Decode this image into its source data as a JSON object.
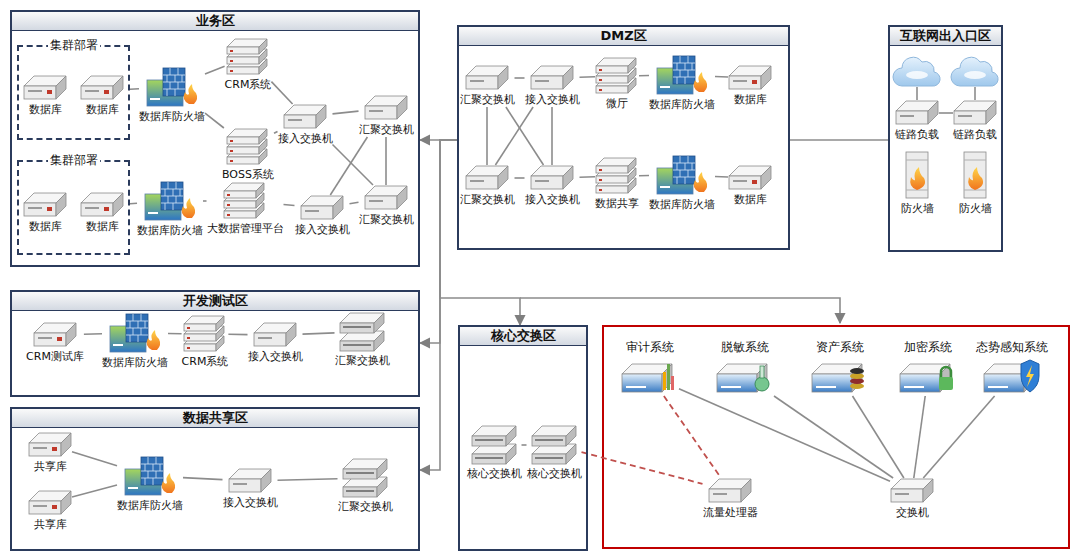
{
  "diagram": {
    "nodes": [
      {
        "text": [
          "业务区"
        ]
      },
      {
        "text": [
          "集群部署"
        ],
        "in": 0
      },
      {
        "text": [
          "数据库"
        ],
        "in": 1
      },
      {
        "text": [
          "数据库"
        ],
        "in": 1
      },
      {
        "text": [
          "数据库防火墙"
        ],
        "in": 0
      },
      {
        "text": [
          "CRM系统"
        ],
        "in": 0
      },
      {
        "text": [
          "BOSS系统"
        ],
        "in": 0
      },
      {
        "text": [
          "接入交换机"
        ],
        "in": 0
      },
      {
        "text": [
          "汇聚交换机"
        ],
        "in": 0
      },
      {
        "text": [
          "汇聚交换机"
        ],
        "in": 0
      },
      {
        "text": [
          "集群部署"
        ],
        "in": 0
      },
      {
        "text": [
          "数据库"
        ],
        "in": 10
      },
      {
        "text": [
          "数据库"
        ],
        "in": 10
      },
      {
        "text": [
          "数据库防火墙"
        ],
        "in": 0
      },
      {
        "text": [
          "大数据管理平台"
        ],
        "in": 0
      },
      {
        "text": [
          "接入交换机"
        ],
        "in": 0
      },
      {
        "text": [
          "DMZ区"
        ]
      },
      {
        "text": [
          "汇聚交换机"
        ],
        "in": 16
      },
      {
        "text": [
          "接入交换机"
        ],
        "in": 16
      },
      {
        "text": [
          "微厅"
        ],
        "in": 16
      },
      {
        "text": [
          "数据库防火墙"
        ],
        "in": 16
      },
      {
        "text": [
          "数据库"
        ],
        "in": 16
      },
      {
        "text": [
          "汇聚交换机"
        ],
        "in": 16
      },
      {
        "text": [
          "接入交换机"
        ],
        "in": 16
      },
      {
        "text": [
          "数据共享"
        ],
        "in": 16
      },
      {
        "text": [
          "数据库防火墙"
        ],
        "in": 16
      },
      {
        "text": [
          "数据库"
        ],
        "in": 16
      },
      {
        "text": [
          "互联网出入口区"
        ]
      },
      {
        "text": [
          "链路负载"
        ],
        "in": 27
      },
      {
        "text": [
          "链路负载"
        ],
        "in": 27
      },
      {
        "text": [
          "防火墙"
        ],
        "in": 27
      },
      {
        "text": [
          "防火墙"
        ],
        "in": 27
      },
      {
        "text": [
          "开发测试区"
        ]
      },
      {
        "text": [
          "CRM测试库"
        ],
        "in": 32
      },
      {
        "text": [
          "数据库防火墙"
        ],
        "in": 32
      },
      {
        "text": [
          "CRM系统"
        ],
        "in": 32
      },
      {
        "text": [
          "接入交换机"
        ],
        "in": 32
      },
      {
        "text": [
          "汇聚交换机"
        ],
        "in": 32
      },
      {
        "text": [
          "数据共享区"
        ]
      },
      {
        "text": [
          "共享库"
        ],
        "in": 38
      },
      {
        "text": [
          "共享库"
        ],
        "in": 38
      },
      {
        "text": [
          "数据库防火墙"
        ],
        "in": 38
      },
      {
        "text": [
          "接入交换机"
        ],
        "in": 38
      },
      {
        "text": [
          "汇聚交换机"
        ],
        "in": 38
      },
      {
        "text": [
          "核心交换区"
        ]
      },
      {
        "text": [
          "核心交换机"
        ],
        "in": 44
      },
      {
        "text": [
          "核心交换机"
        ],
        "in": 44
      },
      {
        "text": [
          "审计系统"
        ]
      },
      {
        "text": [
          "脱敏系统"
        ]
      },
      {
        "text": [
          "资产系统"
        ]
      },
      {
        "text": [
          "加密系统"
        ]
      },
      {
        "text": [
          "态势感知系统"
        ]
      },
      {
        "text": [
          "流量处理器"
        ]
      },
      {
        "text": [
          "交换机"
        ]
      }
    ],
    "edges": [
      {
        "from": 1,
        "to": 4,
        "arrow": "none"
      },
      {
        "from": 4,
        "to": 5,
        "arrow": "none"
      },
      {
        "from": 4,
        "to": 6,
        "arrow": "none"
      },
      {
        "from": 5,
        "to": 7,
        "arrow": "none"
      },
      {
        "from": 6,
        "to": 7,
        "arrow": "none"
      },
      {
        "from": 7,
        "to": 8,
        "arrow": "none"
      },
      {
        "from": 7,
        "to": 9,
        "arrow": "none"
      },
      {
        "from": 8,
        "to": 9,
        "arrow": "none"
      },
      {
        "from": 10,
        "to": 13,
        "arrow": "none"
      },
      {
        "from": 13,
        "to": 14,
        "arrow": "none"
      },
      {
        "from": 14,
        "to": 15,
        "arrow": "none"
      },
      {
        "from": 15,
        "to": 8,
        "arrow": "none"
      },
      {
        "from": 15,
        "to": 9,
        "arrow": "none"
      },
      {
        "from": 16,
        "to": 0,
        "arrow": "to"
      },
      {
        "from": 16,
        "to": 32,
        "arrow": "to"
      },
      {
        "from": 16,
        "to": 38,
        "arrow": "to"
      },
      {
        "from": 16,
        "to": 44,
        "arrow": "to"
      },
      {
        "from": 16,
        "to": 27,
        "arrow": "none"
      },
      {
        "from": 17,
        "to": 18,
        "arrow": "none"
      },
      {
        "from": 17,
        "to": 23,
        "arrow": "none"
      },
      {
        "from": 22,
        "to": 18,
        "arrow": "none"
      },
      {
        "from": 22,
        "to": 23,
        "arrow": "none"
      },
      {
        "from": 17,
        "to": 22,
        "arrow": "none"
      },
      {
        "from": 18,
        "to": 23,
        "arrow": "none"
      },
      {
        "from": 18,
        "to": 19,
        "arrow": "none"
      },
      {
        "from": 19,
        "to": 20,
        "arrow": "none"
      },
      {
        "from": 20,
        "to": 21,
        "arrow": "none"
      },
      {
        "from": 23,
        "to": 24,
        "arrow": "none"
      },
      {
        "from": 24,
        "to": 25,
        "arrow": "none"
      },
      {
        "from": 25,
        "to": 26,
        "arrow": "none"
      },
      {
        "from": 28,
        "to": 29,
        "arrow": "none"
      },
      {
        "from": 33,
        "to": 34,
        "arrow": "none"
      },
      {
        "from": 34,
        "to": 35,
        "arrow": "none"
      },
      {
        "from": 35,
        "to": 36,
        "arrow": "none"
      },
      {
        "from": 36,
        "to": 37,
        "arrow": "none"
      },
      {
        "from": 39,
        "to": 41,
        "arrow": "none"
      },
      {
        "from": 40,
        "to": 41,
        "arrow": "none"
      },
      {
        "from": 41,
        "to": 42,
        "arrow": "none"
      },
      {
        "from": 42,
        "to": 43,
        "arrow": "none"
      },
      {
        "from": 45,
        "to": 46,
        "arrow": "none"
      },
      {
        "from": 53,
        "to": 47,
        "arrow": "none"
      },
      {
        "from": 53,
        "to": 48,
        "arrow": "none"
      },
      {
        "from": 53,
        "to": 49,
        "arrow": "none"
      },
      {
        "from": 53,
        "to": 50,
        "arrow": "none"
      },
      {
        "from": 53,
        "to": 51,
        "arrow": "none"
      },
      {
        "from": 47,
        "to": 52,
        "arrow": "none"
      },
      {
        "from": 46,
        "to": 52,
        "arrow": "none"
      }
    ]
  }
}
